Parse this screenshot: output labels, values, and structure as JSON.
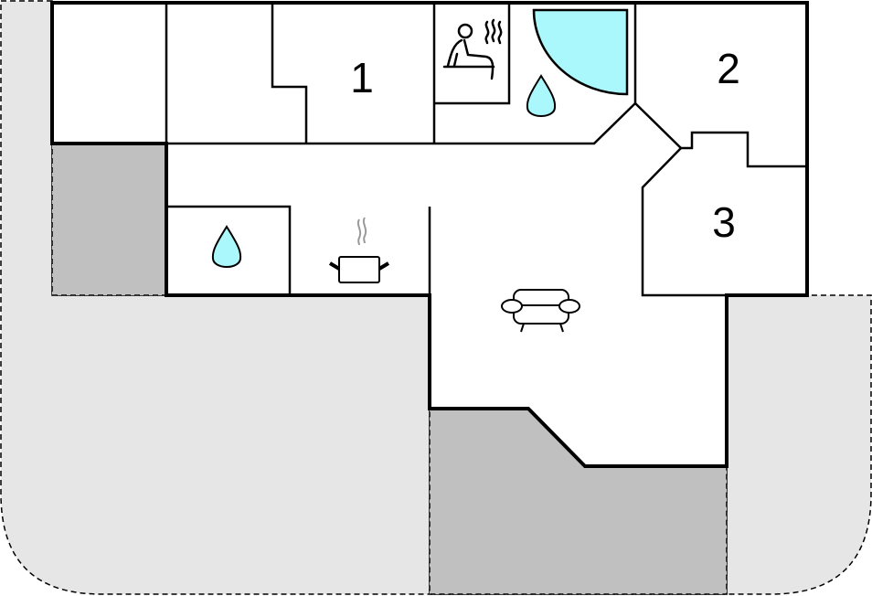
{
  "floorplan": {
    "rooms": [
      {
        "label": "1",
        "type": "bedroom"
      },
      {
        "label": "2",
        "type": "bedroom"
      },
      {
        "label": "3",
        "type": "bedroom"
      }
    ],
    "icons": [
      "sauna-icon",
      "shower-icon",
      "water-drop-icon",
      "cooking-pot-icon",
      "sofa-icon"
    ],
    "colors": {
      "terrace": "#e6e6e6",
      "covered_area": "#c0c0c0",
      "water": "#aaf8fc",
      "walls": "#000000"
    }
  }
}
